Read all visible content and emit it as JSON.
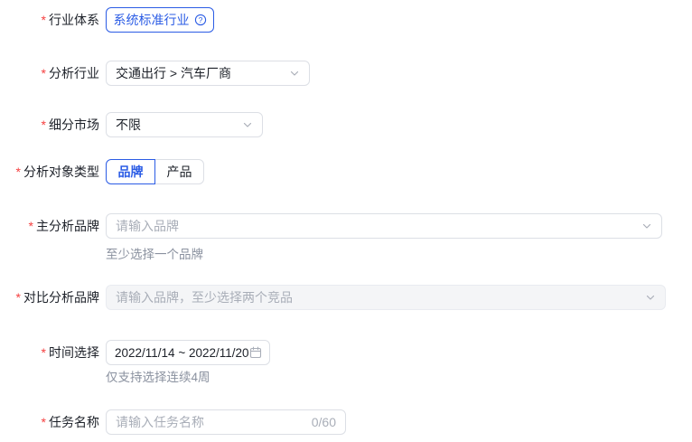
{
  "colors": {
    "accent_blue": "#2b5ce5",
    "required_red": "#f53f3f",
    "text_dark": "#1d2129",
    "placeholder_gray": "#a9aeb8",
    "helper_gray": "#8a919f",
    "disabled_bg": "#f4f5f7"
  },
  "form": {
    "required_marker": "*",
    "industry_system": {
      "label": "行业体系",
      "button_label": "系统标准行业",
      "help_icon": "question-circle-icon"
    },
    "analysis_industry": {
      "label": "分析行业",
      "value": "交通出行 > 汽车厂商",
      "icon": "chevron-down-icon"
    },
    "market_segment": {
      "label": "细分市场",
      "value": "不限",
      "icon": "chevron-down-icon"
    },
    "object_type": {
      "label": "分析对象类型",
      "options": [
        {
          "label": "品牌",
          "selected": true
        },
        {
          "label": "产品",
          "selected": false
        }
      ]
    },
    "main_brand": {
      "label": "主分析品牌",
      "placeholder": "请输入品牌",
      "helper": "至少选择一个品牌",
      "icon": "chevron-down-icon"
    },
    "compare_brand": {
      "label": "对比分析品牌",
      "placeholder": "请输入品牌，至少选择两个竞品",
      "disabled": true,
      "icon": "chevron-down-icon"
    },
    "time_range": {
      "label": "时间选择",
      "value": "2022/11/14 ~ 2022/11/20",
      "helper": "仅支持选择连续4周",
      "icon": "calendar-icon"
    },
    "task_name": {
      "label": "任务名称",
      "placeholder": "请输入任务名称",
      "counter": "0/60"
    }
  }
}
